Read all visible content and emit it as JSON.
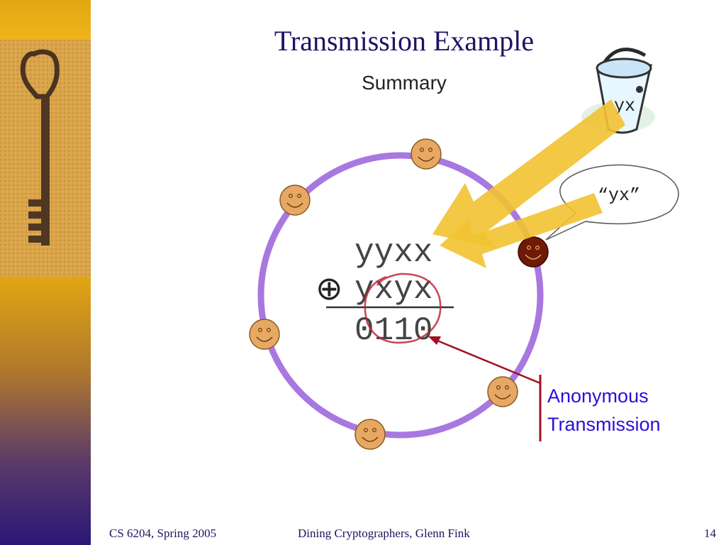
{
  "slide": {
    "title": "Transmission Example",
    "subtitle": "Summary",
    "page_number": "14"
  },
  "footer": {
    "left": "CS 6204, Spring 2005",
    "center": "Dining Cryptographers, Glenn Fink",
    "right": "14"
  },
  "diagram": {
    "bucket_text": "yx",
    "speech_text": "“yx”",
    "row1": "yyxx",
    "xor_symbol": "⊕",
    "row2": "yxyx",
    "result": "0110",
    "annotation_line1": "Anonymous",
    "annotation_line2": "Transmission",
    "participants": [
      {
        "name": "cryptographer-top",
        "highlighted": false
      },
      {
        "name": "cryptographer-upper-left",
        "highlighted": false
      },
      {
        "name": "cryptographer-right-sender",
        "highlighted": true
      },
      {
        "name": "cryptographer-left",
        "highlighted": false
      },
      {
        "name": "cryptographer-lower-right",
        "highlighted": false
      },
      {
        "name": "cryptographer-bottom",
        "highlighted": false
      }
    ]
  },
  "colors": {
    "ring": "#a878e0",
    "face": "#e7a864",
    "sender_face": "#6e1a06",
    "arrow": "#f2c231",
    "annotation": "#2a10d8",
    "pointer": "#a01020",
    "title": "#1c1464"
  },
  "icons": {
    "bucket": "bucket-icon",
    "key": "key-photo",
    "face": "smiley-face-icon",
    "xor": "circled-plus-icon"
  }
}
